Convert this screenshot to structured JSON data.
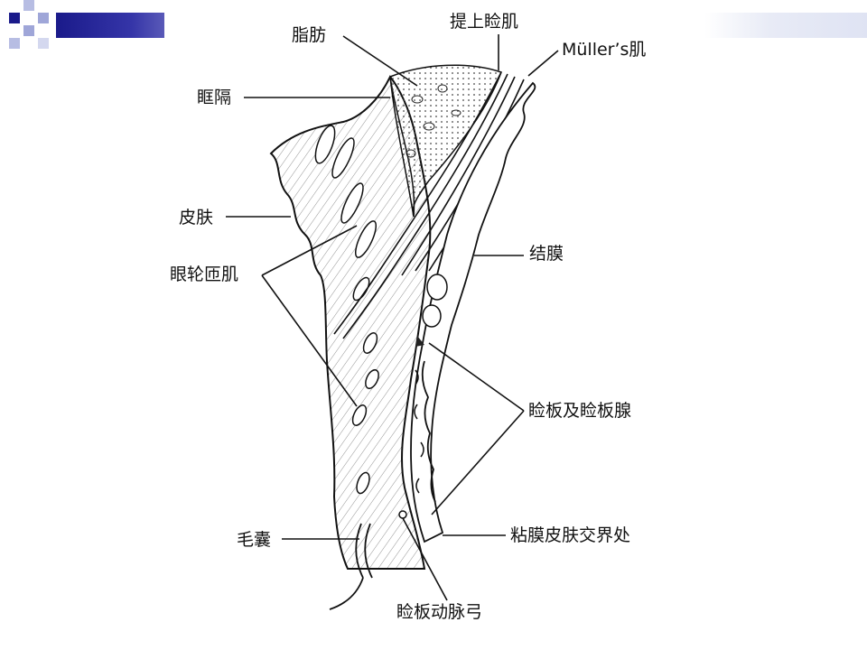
{
  "slide": {
    "accent_colors": {
      "dark": "#1a1a8a",
      "mid": "#3535a8",
      "light": "#9fa6d8"
    }
  },
  "labels": {
    "fat": "脂肪",
    "levator": "提上睑肌",
    "muller": "Müller’s肌",
    "septum": "眶隔",
    "skin": "皮肤",
    "orbicularis": "眼轮匝肌",
    "conjunctiva": "结膜",
    "tarsus": "睑板及睑板腺",
    "follicle": "毛囊",
    "mucocutaneous": "粘膜皮肤交界处",
    "arcade": "睑板动脉弓"
  }
}
